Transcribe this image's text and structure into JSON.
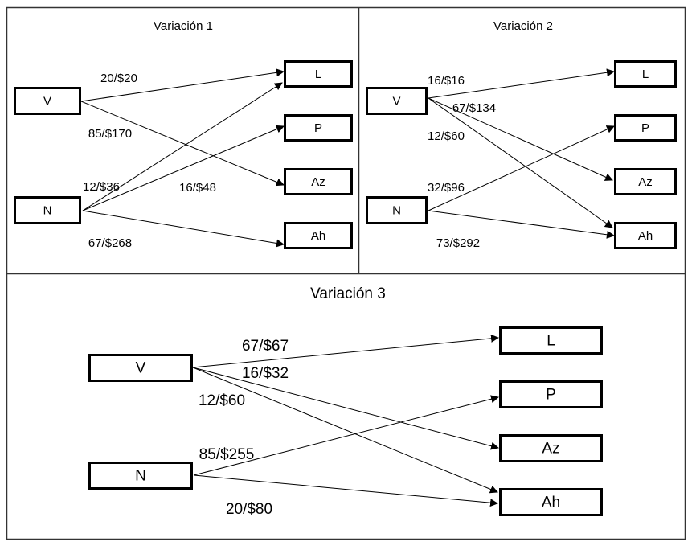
{
  "panels": [
    {
      "title": "Variación 1",
      "sources": [
        {
          "id": "V",
          "label": "V"
        },
        {
          "id": "N",
          "label": "N"
        }
      ],
      "targets": [
        {
          "id": "L",
          "label": "L"
        },
        {
          "id": "P",
          "label": "P"
        },
        {
          "id": "Az",
          "label": "Az"
        },
        {
          "id": "Ah",
          "label": "Ah"
        }
      ],
      "edges": [
        {
          "from": "V",
          "to": "L",
          "label": "20/$20"
        },
        {
          "from": "V",
          "to": "Az",
          "label": "85/$170"
        },
        {
          "from": "N",
          "to": "L",
          "label": "12/$36"
        },
        {
          "from": "N",
          "to": "P",
          "label": "16/$48"
        },
        {
          "from": "N",
          "to": "Ah",
          "label": "67/$268"
        }
      ]
    },
    {
      "title": "Variación 2",
      "sources": [
        {
          "id": "V",
          "label": "V"
        },
        {
          "id": "N",
          "label": "N"
        }
      ],
      "targets": [
        {
          "id": "L",
          "label": "L"
        },
        {
          "id": "P",
          "label": "P"
        },
        {
          "id": "Az",
          "label": "Az"
        },
        {
          "id": "Ah",
          "label": "Ah"
        }
      ],
      "edges": [
        {
          "from": "V",
          "to": "L",
          "label": "16/$16"
        },
        {
          "from": "V",
          "to": "Az",
          "label": "67/$134"
        },
        {
          "from": "V",
          "to": "Ah",
          "label": "12/$60"
        },
        {
          "from": "N",
          "to": "P",
          "label": "32/$96"
        },
        {
          "from": "N",
          "to": "Ah",
          "label": "73/$292"
        }
      ]
    },
    {
      "title": "Variación 3",
      "sources": [
        {
          "id": "V",
          "label": "V"
        },
        {
          "id": "N",
          "label": "N"
        }
      ],
      "targets": [
        {
          "id": "L",
          "label": "L"
        },
        {
          "id": "P",
          "label": "P"
        },
        {
          "id": "Az",
          "label": "Az"
        },
        {
          "id": "Ah",
          "label": "Ah"
        }
      ],
      "edges": [
        {
          "from": "V",
          "to": "L",
          "label": "67/$67"
        },
        {
          "from": "V",
          "to": "Az",
          "label": "16/$32"
        },
        {
          "from": "V",
          "to": "Ah",
          "label": "12/$60"
        },
        {
          "from": "N",
          "to": "P",
          "label": "85/$255"
        },
        {
          "from": "N",
          "to": "Ah",
          "label": "20/$80"
        }
      ]
    }
  ]
}
